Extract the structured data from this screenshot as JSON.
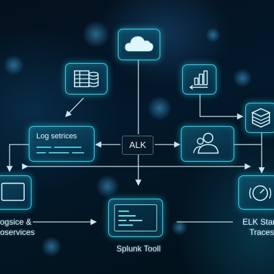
{
  "nodes": {
    "log_services": {
      "label": "Log setrices"
    },
    "alk": {
      "label": "ALK"
    },
    "left_service": {
      "line1": "ogsice &",
      "line2": "oservices"
    },
    "splunk": {
      "label": "Splunk Tooll"
    },
    "elk": {
      "line1": "ELK Starr",
      "line2": "Traces"
    }
  },
  "icons": {
    "cloud": "cloud-icon",
    "database": "database-icon",
    "chart": "bar-chart-icon",
    "cube": "cube-icon",
    "people": "people-icon",
    "monitor": "monitor-icon",
    "terminal": "terminal-icon",
    "gauge": "gauge-icon"
  },
  "colors": {
    "accent": "#38d6ef",
    "background": "#03182a"
  }
}
